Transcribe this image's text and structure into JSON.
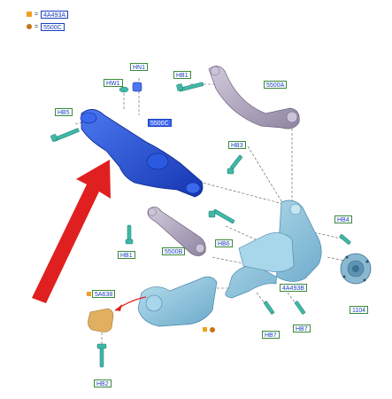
{
  "legend": [
    {
      "symbol": "=",
      "code": "4A493A",
      "marker": "orange-square"
    },
    {
      "symbol": "=",
      "code": "5500C",
      "marker": "brown-dot"
    }
  ],
  "callouts": {
    "hn1": "HN1",
    "hw1": "HW1",
    "hb5": "HB5",
    "hb1_top": "HB1",
    "c5500a": "5500A",
    "c5500c": "5500C",
    "hb3": "HB3",
    "hb6": "HB6",
    "hb1_mid": "HB1",
    "c5500b": "5500B",
    "hb4": "HB4",
    "c4a493b": "4A493B",
    "c1104": "1104",
    "c5a638": "5A638",
    "hb7_a": "HB7",
    "hb7_b": "HB7",
    "hb2": "HB2"
  },
  "colors": {
    "upper_arm": "#1f4fd8",
    "lateral_link": "#b0a6bc",
    "knuckle": "#8fc6df",
    "bolt": "#3fb8a8",
    "hub": "#6aa0c0",
    "arrow": "#e02020",
    "callout_border": "#3a8a3a",
    "callout_text": "#1a3fbf"
  }
}
